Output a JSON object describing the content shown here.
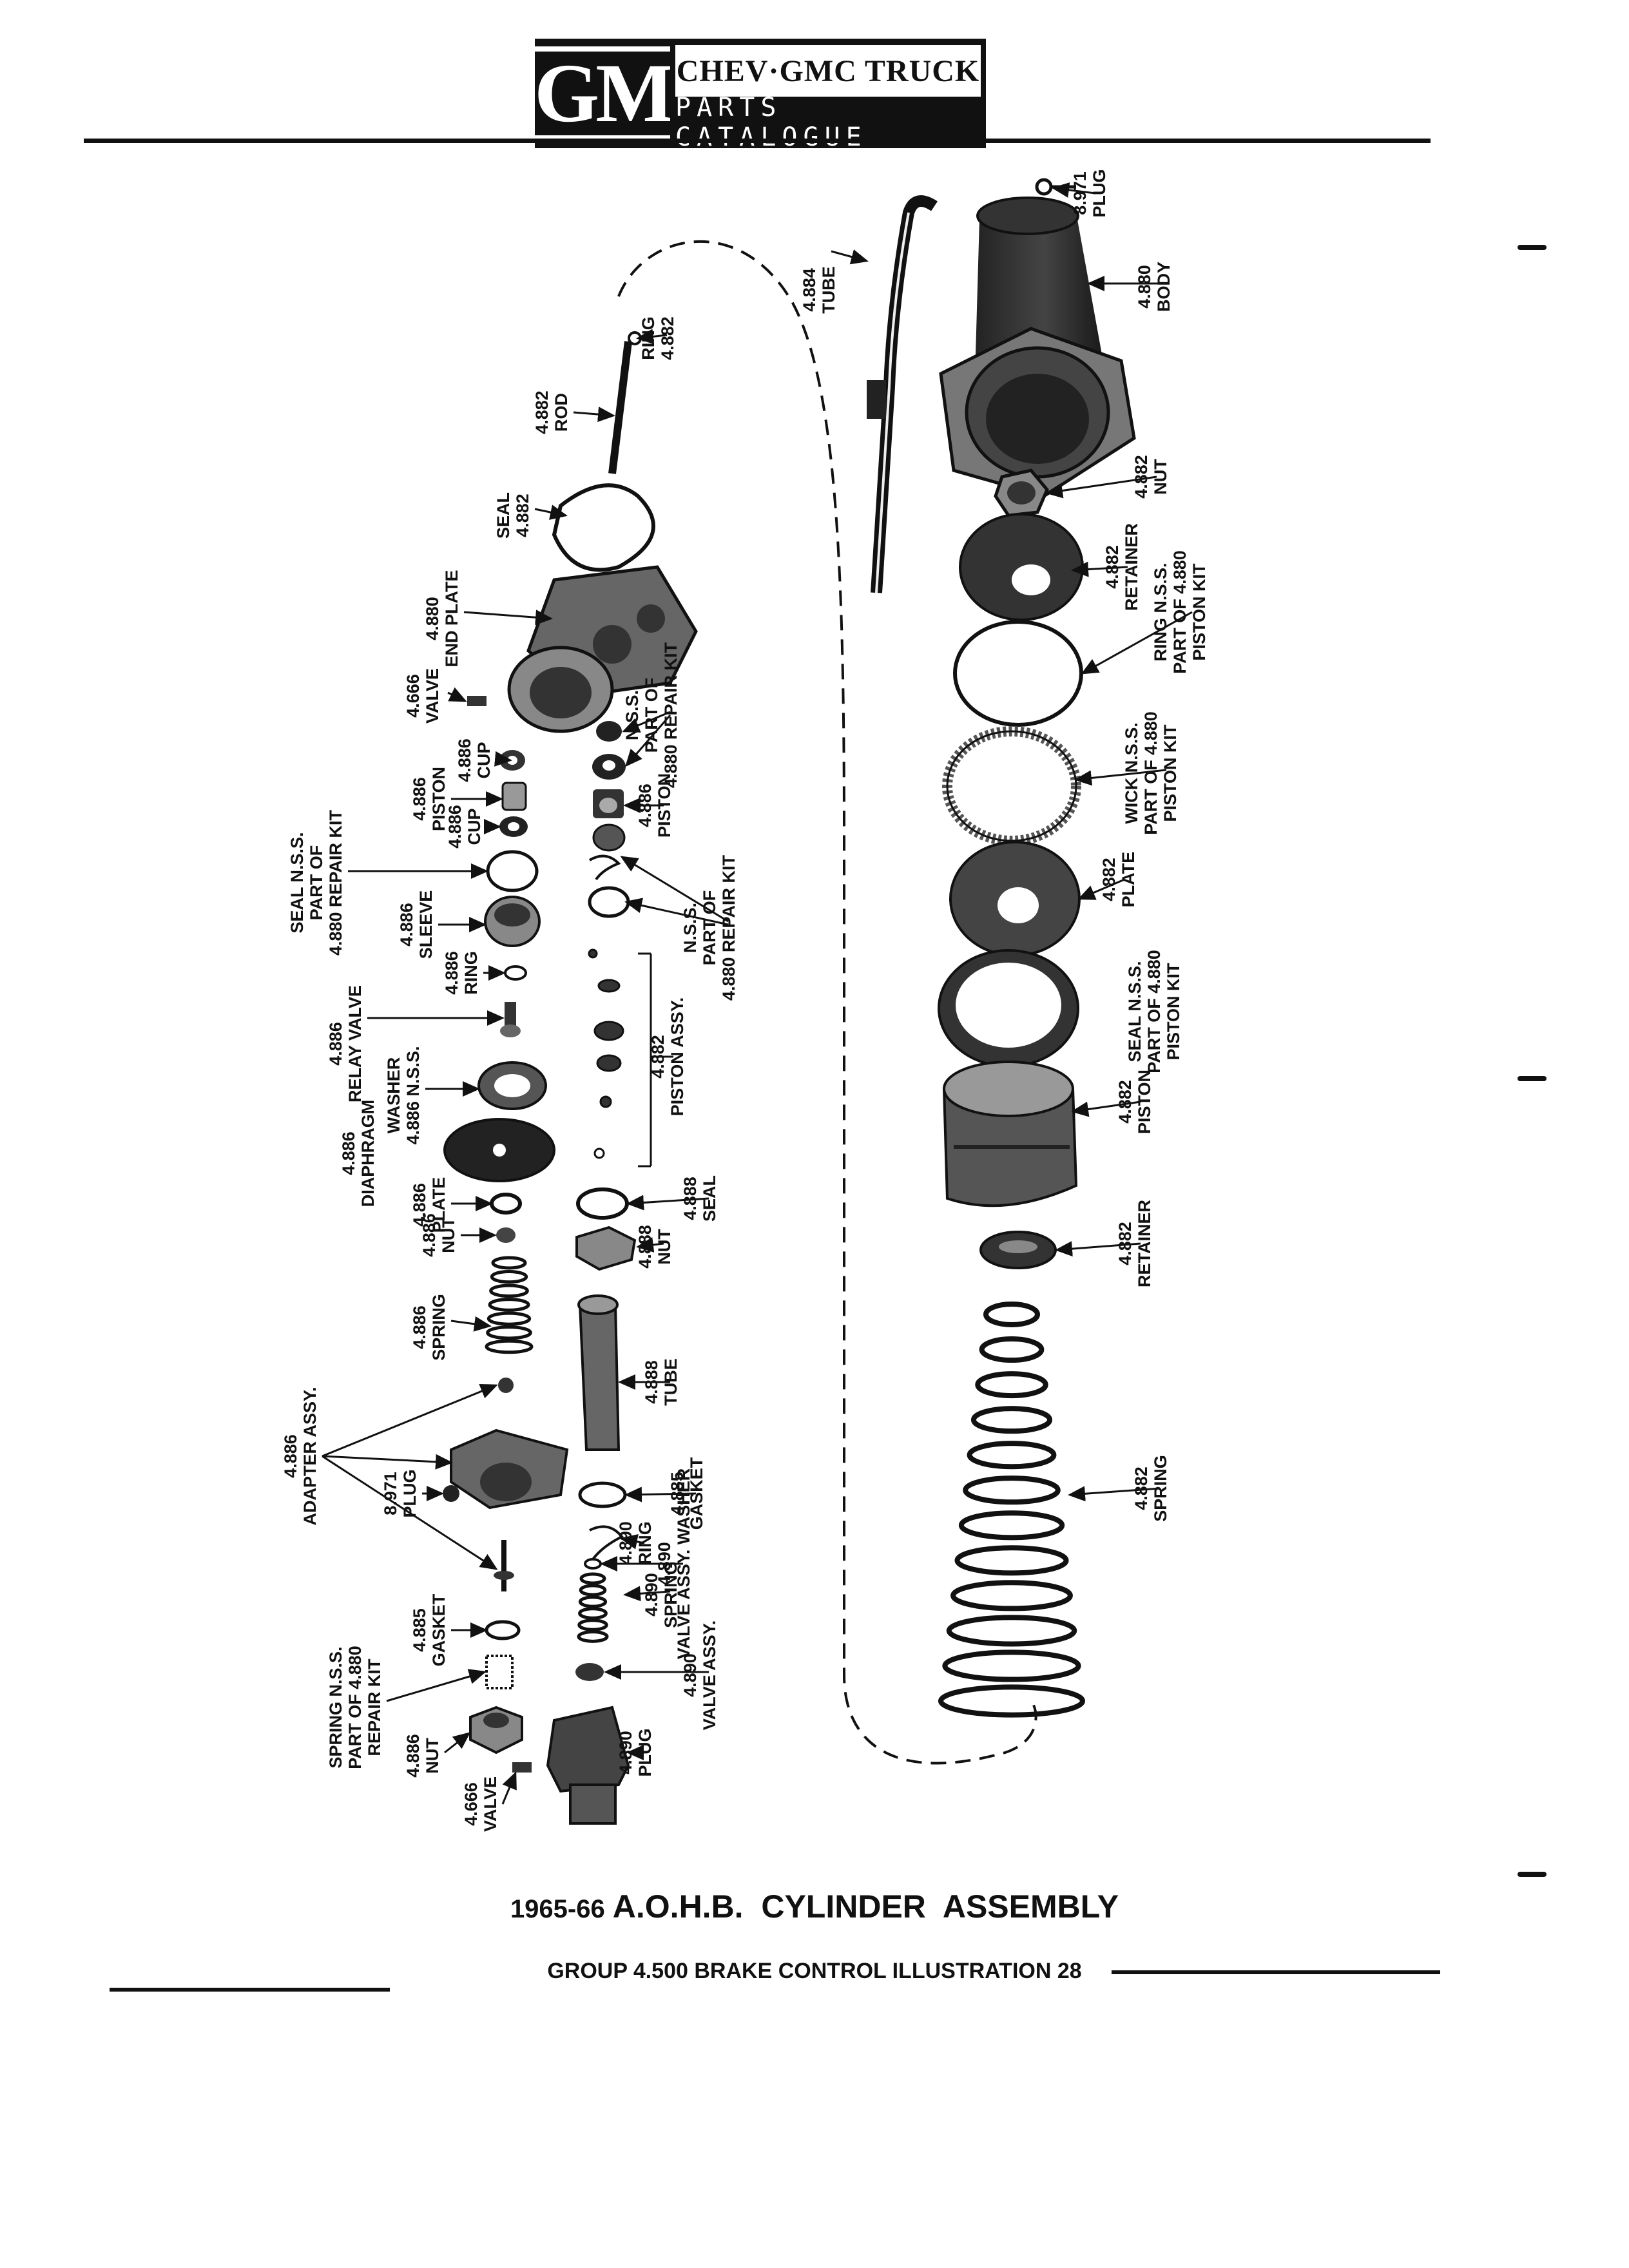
{
  "header": {
    "logo": "GM",
    "title_top": "CHEV·GMC TRUCK",
    "title_bottom": "PARTS CATALOGUE"
  },
  "caption": {
    "years": "1965-66",
    "title": "A.O.H.B.  CYLINDER  ASSEMBLY",
    "subtitle": "GROUP 4.500 BRAKE CONTROL ILLUSTRATION 28"
  },
  "labels": {
    "tube_4884": [
      "4.884",
      "TUBE"
    ],
    "plug_8971_top": [
      "8.971",
      "PLUG"
    ],
    "body_4880": [
      "4.880",
      "BODY"
    ],
    "ring_4882_top": [
      "RING",
      "4.882"
    ],
    "rod_4882": [
      "4.882",
      "ROD"
    ],
    "seal_4882": [
      "SEAL",
      "4.882"
    ],
    "end_plate": [
      "4.880",
      "END PLATE"
    ],
    "valve_4666_top": [
      "4.666",
      "VALVE"
    ],
    "nut_4882": [
      "4.882",
      "NUT"
    ],
    "retainer_4882_top": [
      "4.882",
      "RETAINER"
    ],
    "ring_nss": [
      "RING N.S.S.",
      "PART OF 4.880",
      "PISTON KIT"
    ],
    "nss_repair_top": [
      "N.S.S.",
      "PART OF",
      "4.880 REPAIR KIT"
    ],
    "cup_4886_a": [
      "4.886",
      "CUP"
    ],
    "piston_4886_left": [
      "4.886",
      "PISTON"
    ],
    "piston_4886_right": [
      "4.886",
      "PISTON"
    ],
    "cup_4886_b": [
      "4.886",
      "CUP"
    ],
    "wick_nss": [
      "WICK N.S.S.",
      "PART OF 4.880",
      "PISTON KIT"
    ],
    "seal_nss_repair": [
      "SEAL N.S.S.",
      "PART OF",
      "4.880 REPAIR KIT"
    ],
    "plate_4882": [
      "4.882",
      "PLATE"
    ],
    "sleeve_4886": [
      "4.886",
      "SLEEVE"
    ],
    "ring_4886": [
      "4.886",
      "RING"
    ],
    "nss_repair_mid": [
      "N.S.S.",
      "PART OF",
      "4.880 REPAIR KIT"
    ],
    "seal_nss_piston": [
      "SEAL N.S.S.",
      "PART OF 4.880",
      "PISTON KIT"
    ],
    "relay_valve": [
      "4.886",
      "RELAY VALVE"
    ],
    "piston_assy": [
      "4.882",
      "PISTON ASSY."
    ],
    "washer_nss": [
      "WASHER",
      "4.886 N.S.S."
    ],
    "diaphragm": [
      "4.886",
      "DIAPHRAGM"
    ],
    "piston_4882": [
      "4.882",
      "PISTON"
    ],
    "plate_4886": [
      "4.886",
      "PLATE"
    ],
    "seal_4888": [
      "4.888",
      "SEAL"
    ],
    "nut_4886_mid": [
      "4.886",
      "NUT"
    ],
    "nut_4888": [
      "4.888",
      "NUT"
    ],
    "retainer_4882_bottom": [
      "4.882",
      "RETAINER"
    ],
    "spring_4886": [
      "4.886",
      "SPRING"
    ],
    "tube_4888": [
      "4.888",
      "TUBE"
    ],
    "adapter_assy": [
      "4.886",
      "ADAPTER ASSY."
    ],
    "plug_8971_mid": [
      "8.971",
      "PLUG"
    ],
    "gasket_4885_right": [
      "4.885",
      "GASKET"
    ],
    "ring_4890": [
      "4.890",
      "RING"
    ],
    "spring_4882": [
      "4.882",
      "SPRING"
    ],
    "spring_4890": [
      "4.890",
      "SPRING"
    ],
    "washer_4890": [
      "4.890",
      "VALVE ASSY. WASHER"
    ],
    "gasket_4885_left": [
      "4.885",
      "GASKET"
    ],
    "spring_nss": [
      "SPRING N.S.S.",
      "PART OF 4.880",
      "REPAIR KIT"
    ],
    "valve_assy_4890": [
      "4.890",
      "VALVE ASSY."
    ],
    "nut_4886_bottom": [
      "4.886",
      "NUT"
    ],
    "valve_4666_bottom": [
      "4.666",
      "VALVE"
    ],
    "plug_4890": [
      "4.890",
      "PLUG"
    ]
  },
  "colors": {
    "ink": "#111111",
    "paper": "#ffffff"
  }
}
